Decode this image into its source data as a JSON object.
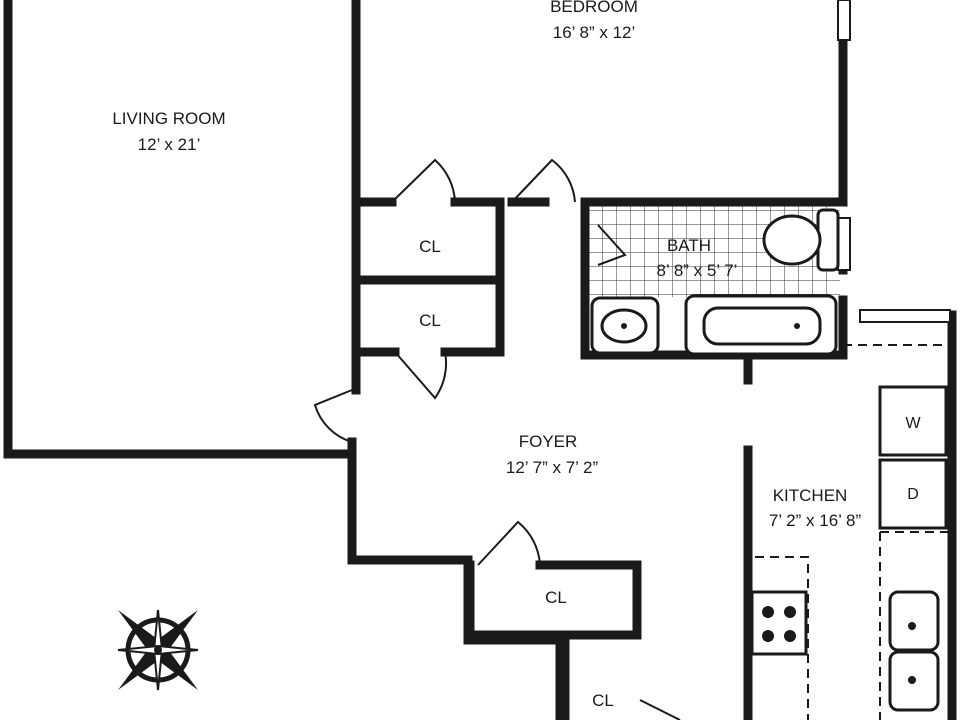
{
  "rooms": {
    "bedroom": {
      "name": "BEDROOM",
      "dims": "16’ 8” x 12’"
    },
    "living_room": {
      "name": "LIVING ROOM",
      "dims": "12’ x 21’"
    },
    "bath": {
      "name": "BATH",
      "dims": "8’ 8” x 5’ 7’"
    },
    "foyer": {
      "name": "FOYER",
      "dims": "12’ 7” x 7’ 2”"
    },
    "kitchen": {
      "name": "KITCHEN",
      "dims": "7’ 2” x 16’ 8”"
    }
  },
  "closets": [
    "CL",
    "CL",
    "CL",
    "CL"
  ],
  "appliances": {
    "washer": "W",
    "dryer": "D"
  },
  "icons": {
    "compass": "compass-rose-icon"
  },
  "colors": {
    "wall": "#1a1a1a",
    "background": "#ffffff"
  }
}
